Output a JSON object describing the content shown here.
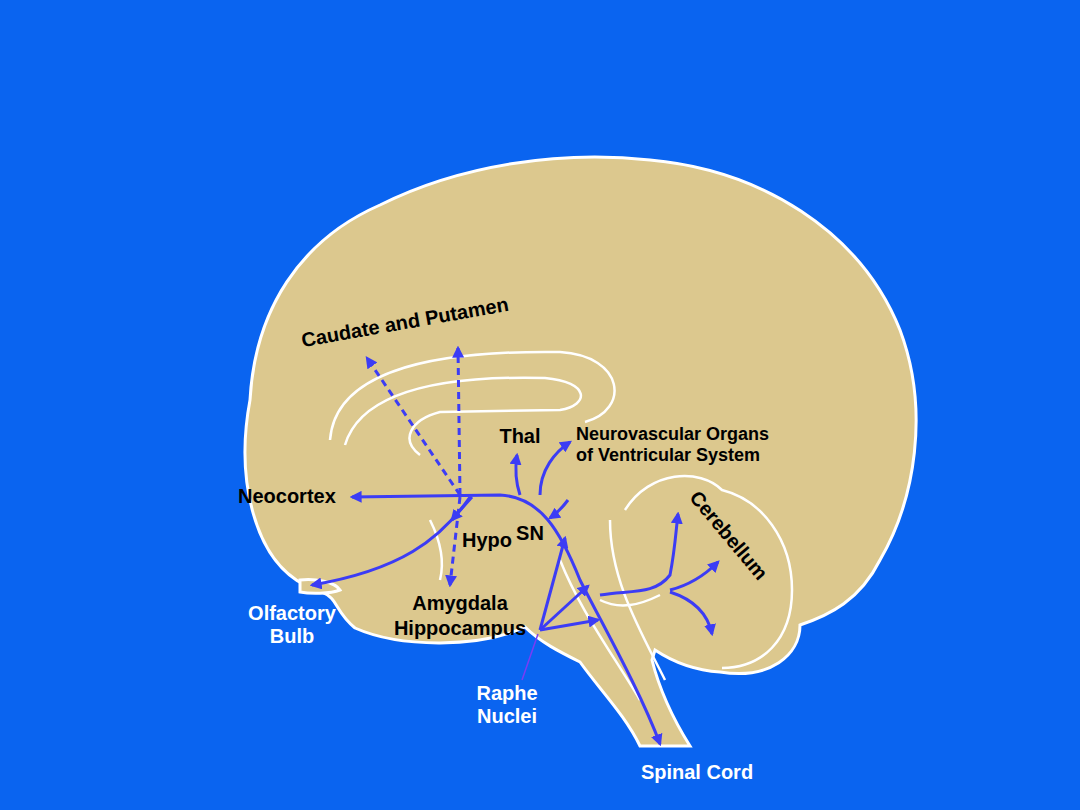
{
  "diagram": {
    "labels": [
      "Caudate and Putamen",
      "Thal",
      "Neurovascular Organs of Ventricular System",
      "Neocortex",
      "Cerebellum",
      "Hypo",
      "SN",
      "Olfactory Bulb",
      "Amygdala",
      "Hippocampus",
      "Raphe Nuclei",
      "Spinal Cord"
    ]
  }
}
